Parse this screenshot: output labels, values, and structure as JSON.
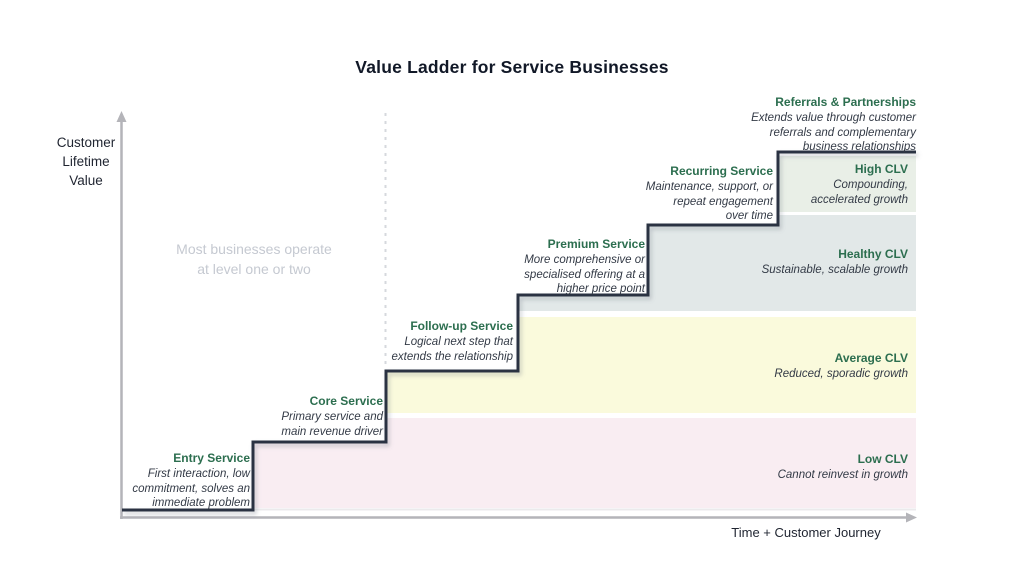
{
  "title": "Value Ladder for Service Businesses",
  "y_axis": {
    "label": "Customer\nLifetime\nValue"
  },
  "x_axis": {
    "label": "Time + Customer Journey"
  },
  "watermark": "Most businesses operate\nat level one or two",
  "colors": {
    "step_line": "#2a3342",
    "accent_green_text": "#2c6e4f",
    "axis_gray": "#b4b4b9",
    "watermark_gray": "#c5c9d1"
  },
  "steps": [
    {
      "title": "Entry Service",
      "desc": "First interaction, low\ncommitment, solves an\nimmediate problem"
    },
    {
      "title": "Core Service",
      "desc": "Primary service and\nmain revenue driver"
    },
    {
      "title": "Follow-up Service",
      "desc": "Logical next step that\nextends the relationship"
    },
    {
      "title": "Premium Service",
      "desc": "More comprehensive or\nspecialised offering at a\nhigher price point"
    },
    {
      "title": "Recurring Service",
      "desc": "Maintenance, support, or\nrepeat engagement\nover time"
    },
    {
      "title": "Referrals & Partnerships",
      "desc": "Extends value through customer\nreferrals and complementary\nbusiness relationships"
    }
  ],
  "bands": [
    {
      "title": "High CLV",
      "desc": "Compounding,\naccelerated growth",
      "color": "#e9efe7"
    },
    {
      "title": "Healthy CLV",
      "desc": "Sustainable, scalable growth",
      "color": "#e2e8e8"
    },
    {
      "title": "Average CLV",
      "desc": "Reduced, sporadic growth",
      "color": "#fafadc"
    },
    {
      "title": "Low CLV",
      "desc": "Cannot reinvest in growth",
      "color": "#f9edf2"
    }
  ]
}
